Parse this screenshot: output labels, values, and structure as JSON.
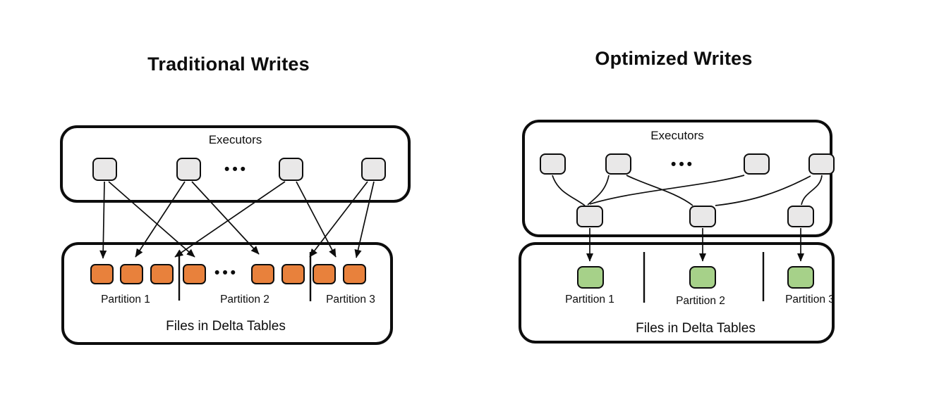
{
  "colors": {
    "ink": "#0d0d0d",
    "orange": "#E8813C",
    "green": "#A6D189",
    "gray": "#E9E8E8"
  },
  "left": {
    "title": "Traditional Writes",
    "executors_label": "Executors",
    "ellipsis": "•••",
    "partitions": [
      "Partition 1",
      "Partition 2",
      "Partition 3"
    ],
    "files_label": "Files in Delta Tables"
  },
  "right": {
    "title": "Optimized Writes",
    "executors_label": "Executors",
    "ellipsis": "•••",
    "partitions": [
      "Partition 1",
      "Partition 2",
      "Partition 3"
    ],
    "files_label": "Files in Delta Tables"
  }
}
